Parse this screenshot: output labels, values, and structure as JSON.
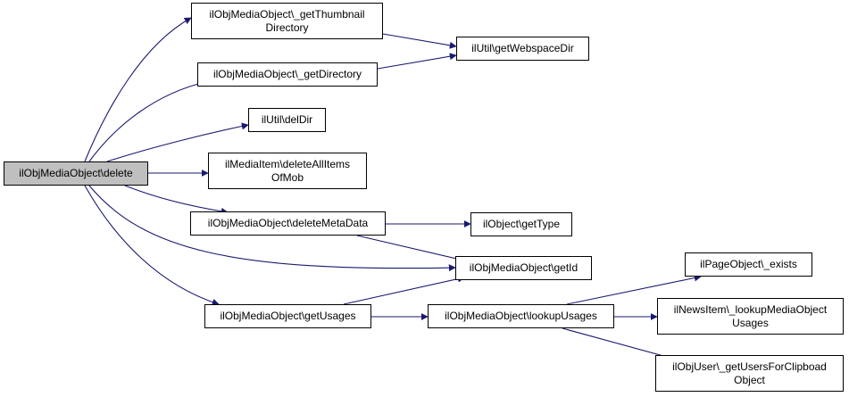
{
  "nodes": [
    {
      "id": "root",
      "label": "ilObjMediaObject\\delete",
      "root": true
    },
    {
      "id": "thumb",
      "label": "ilObjMediaObject\\_getThumbnail\nDirectory"
    },
    {
      "id": "dir",
      "label": "ilObjMediaObject\\_getDirectory"
    },
    {
      "id": "deldir",
      "label": "ilUtil\\delDir"
    },
    {
      "id": "delitems",
      "label": "ilMediaItem\\deleteAllItems\nOfMob"
    },
    {
      "id": "delmeta",
      "label": "ilObjMediaObject\\deleteMetaData"
    },
    {
      "id": "usages",
      "label": "ilObjMediaObject\\getUsages"
    },
    {
      "id": "webspace",
      "label": "ilUtil\\getWebspaceDir"
    },
    {
      "id": "gettype",
      "label": "ilObject\\getType"
    },
    {
      "id": "getid",
      "label": "ilObjMediaObject\\getId"
    },
    {
      "id": "lookup",
      "label": "ilObjMediaObject\\lookupUsages"
    },
    {
      "id": "exists",
      "label": "ilPageObject\\_exists"
    },
    {
      "id": "news",
      "label": "ilNewsItem\\_lookupMediaObject\nUsages"
    },
    {
      "id": "clip",
      "label": "ilObjUser\\_getUsersForClipboad\nObject"
    }
  ],
  "edges": [
    [
      "root",
      "thumb"
    ],
    [
      "root",
      "dir"
    ],
    [
      "root",
      "deldir"
    ],
    [
      "root",
      "delitems"
    ],
    [
      "root",
      "delmeta"
    ],
    [
      "root",
      "getid"
    ],
    [
      "root",
      "usages"
    ],
    [
      "thumb",
      "webspace"
    ],
    [
      "dir",
      "webspace"
    ],
    [
      "delmeta",
      "gettype"
    ],
    [
      "delmeta",
      "getid"
    ],
    [
      "usages",
      "getid"
    ],
    [
      "usages",
      "lookup"
    ],
    [
      "lookup",
      "exists"
    ],
    [
      "lookup",
      "news"
    ],
    [
      "lookup",
      "clip"
    ]
  ],
  "colors": {
    "edge": "#191970",
    "root_fill": "#bfbfbf",
    "node_border": "#000000"
  }
}
